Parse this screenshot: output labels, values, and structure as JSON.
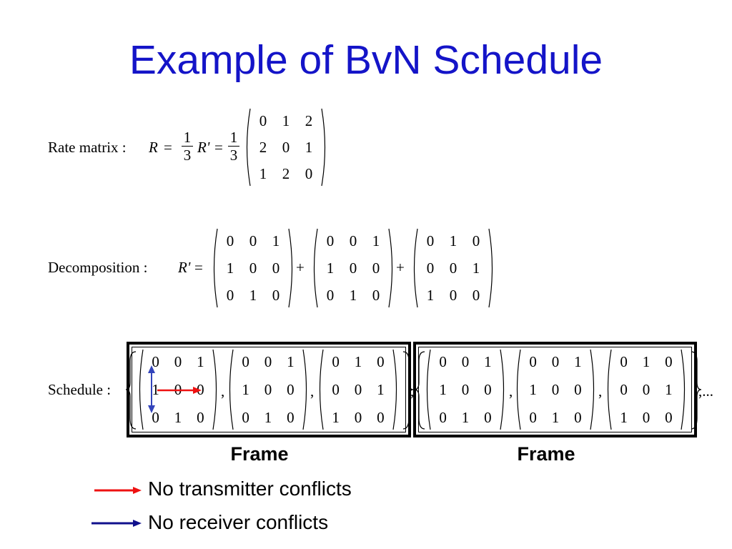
{
  "title": "Example of BvN Schedule",
  "rate": {
    "label": "Rate matrix :",
    "lhs": "R",
    "eq1": "=",
    "frac_num": "1",
    "frac_den": "3",
    "rprime": "R'",
    "eq2": "=",
    "matrix": [
      [
        "0",
        "1",
        "2"
      ],
      [
        "2",
        "0",
        "1"
      ],
      [
        "1",
        "2",
        "0"
      ]
    ]
  },
  "decomp": {
    "label": "Decomposition :",
    "lhs": "R'",
    "eq": "=",
    "plus": "+",
    "matrices": [
      [
        [
          "0",
          "0",
          "1"
        ],
        [
          "1",
          "0",
          "0"
        ],
        [
          "0",
          "1",
          "0"
        ]
      ],
      [
        [
          "0",
          "0",
          "1"
        ],
        [
          "1",
          "0",
          "0"
        ],
        [
          "0",
          "1",
          "0"
        ]
      ],
      [
        [
          "0",
          "1",
          "0"
        ],
        [
          "0",
          "0",
          "1"
        ],
        [
          "1",
          "0",
          "0"
        ]
      ]
    ]
  },
  "schedule": {
    "label": "Schedule :",
    "comma": ",",
    "trailing": ",...",
    "frames": [
      [
        [
          [
            "0",
            "0",
            "1"
          ],
          [
            "1",
            "0",
            "0"
          ],
          [
            "0",
            "1",
            "0"
          ]
        ],
        [
          [
            "0",
            "0",
            "1"
          ],
          [
            "1",
            "0",
            "0"
          ],
          [
            "0",
            "1",
            "0"
          ]
        ],
        [
          [
            "0",
            "1",
            "0"
          ],
          [
            "0",
            "0",
            "1"
          ],
          [
            "1",
            "0",
            "0"
          ]
        ]
      ],
      [
        [
          [
            "0",
            "0",
            "1"
          ],
          [
            "1",
            "0",
            "0"
          ],
          [
            "0",
            "1",
            "0"
          ]
        ],
        [
          [
            "0",
            "0",
            "1"
          ],
          [
            "1",
            "0",
            "0"
          ],
          [
            "0",
            "1",
            "0"
          ]
        ],
        [
          [
            "0",
            "1",
            "0"
          ],
          [
            "0",
            "0",
            "1"
          ],
          [
            "1",
            "0",
            "0"
          ]
        ]
      ]
    ]
  },
  "frame_labels": [
    "Frame",
    "Frame"
  ],
  "legend": {
    "transmitter": "No transmitter conflicts",
    "receiver": "No receiver conflicts",
    "transmitter_color": "#ee1111",
    "receiver_color": "#10108c"
  },
  "colors": {
    "title": "#1414c8"
  }
}
